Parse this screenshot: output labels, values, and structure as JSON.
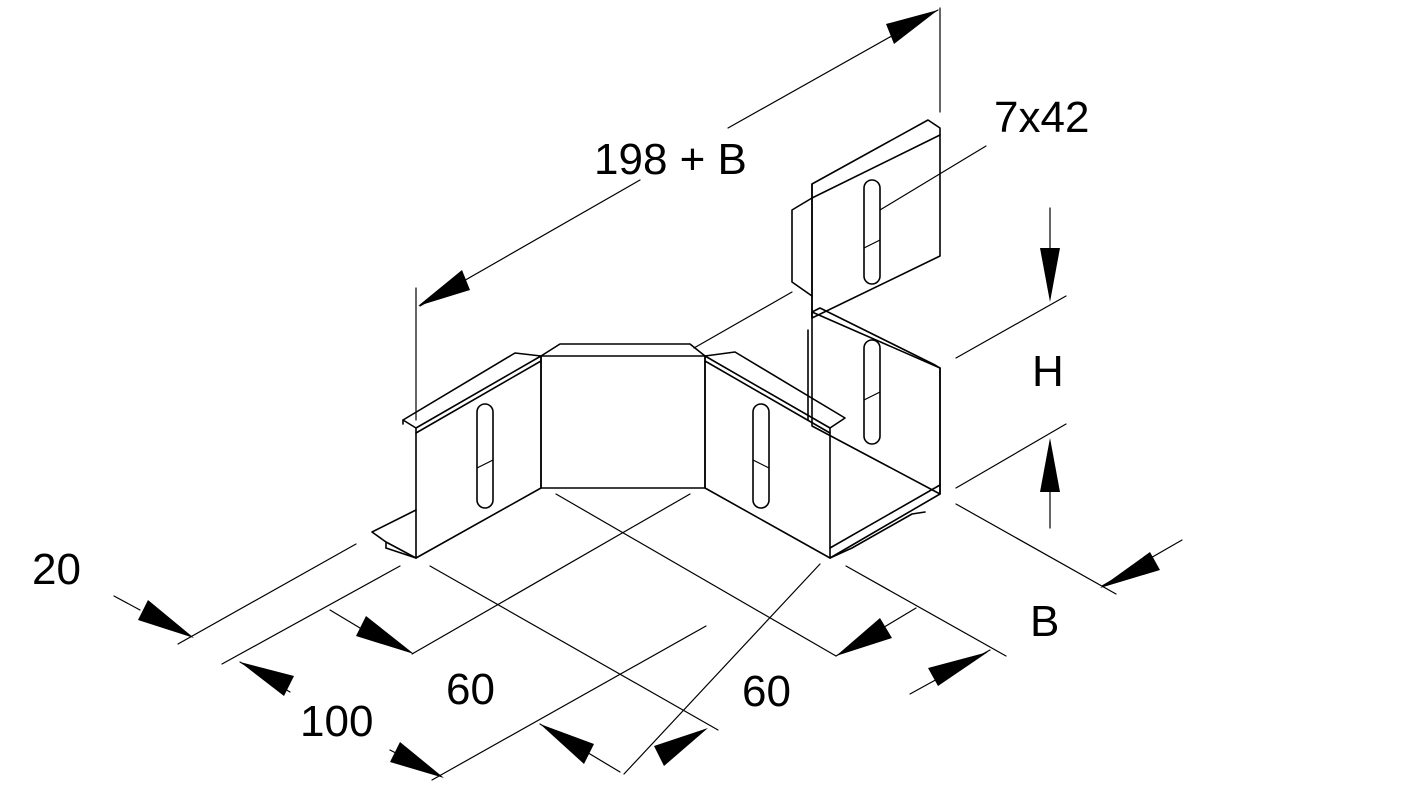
{
  "labels": {
    "overall_length": "198 + B",
    "slot_size": "7x42",
    "height": "H",
    "width_right": "B",
    "tab_20": "20",
    "depth_100": "100",
    "leg_60_left": "60",
    "leg_60_right": "60"
  }
}
